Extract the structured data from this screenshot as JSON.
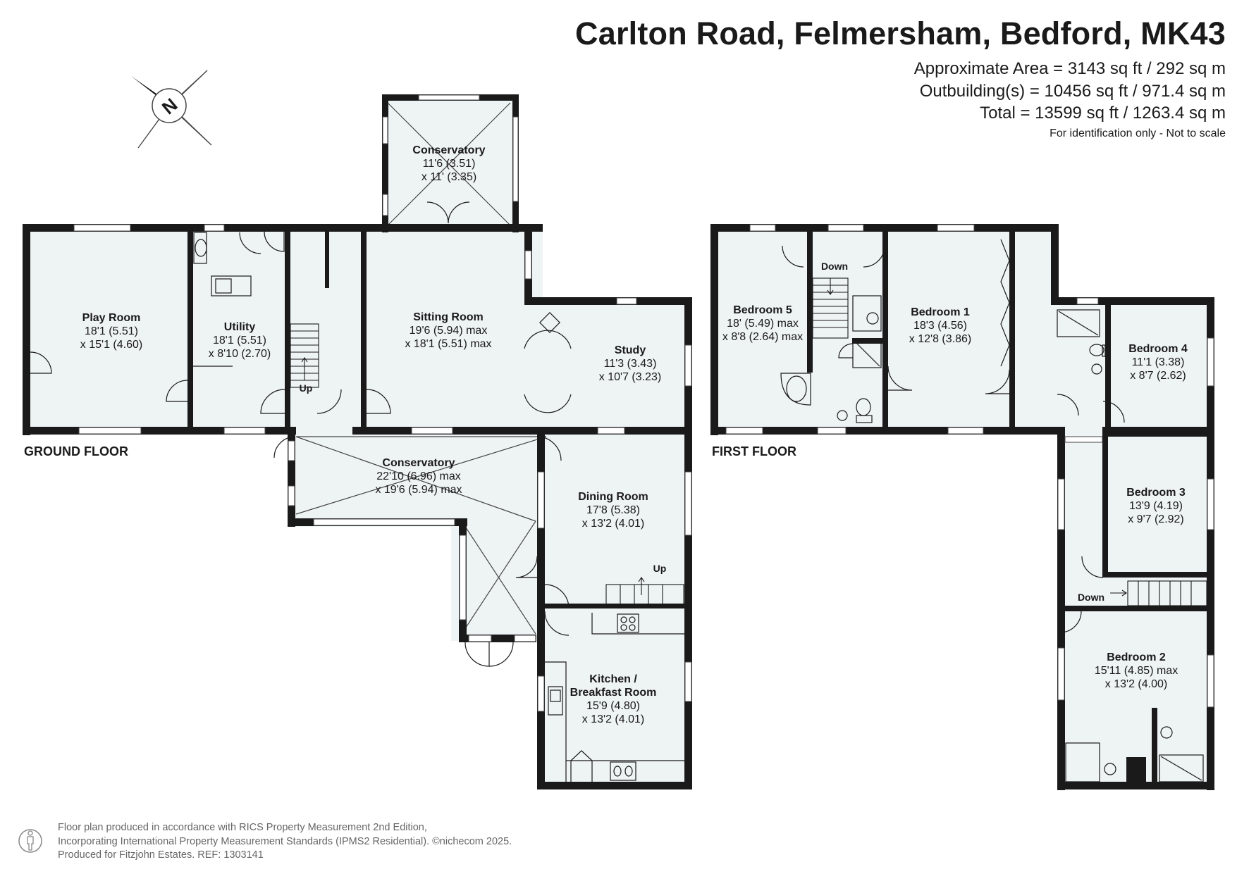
{
  "header": {
    "title": "Carlton Road, Felmersham, Bedford, MK43",
    "area": "Approximate Area = 3143 sq ft / 292 sq m",
    "outbuildings": "Outbuilding(s) = 10456 sq ft / 971.4 sq m",
    "total": "Total = 13599 sq ft / 1263.4 sq m",
    "note": "For identification only - Not to scale"
  },
  "compass": {
    "label": "N"
  },
  "ground_floor": {
    "label": "GROUND FLOOR",
    "rooms": {
      "conservatory_top": {
        "name": "Conservatory",
        "dim1": "11'6 (3.51)",
        "dim2": "x 11' (3.35)"
      },
      "play_room": {
        "name": "Play Room",
        "dim1": "18'1 (5.51)",
        "dim2": "x 15'1 (4.60)"
      },
      "utility": {
        "name": "Utility",
        "dim1": "18'1 (5.51)",
        "dim2": "x 8'10 (2.70)"
      },
      "sitting_room": {
        "name": "Sitting Room",
        "dim1": "19'6 (5.94) max",
        "dim2": "x 18'1 (5.51) max"
      },
      "study": {
        "name": "Study",
        "dim1": "11'3 (3.43)",
        "dim2": "x 10'7 (3.23)"
      },
      "conservatory_main": {
        "name": "Conservatory",
        "dim1": "22'10 (6.96) max",
        "dim2": "x 19'6 (5.94) max"
      },
      "dining_room": {
        "name": "Dining Room",
        "dim1": "17'8 (5.38)",
        "dim2": "x 13'2 (4.01)"
      },
      "kitchen": {
        "name": "Kitchen /",
        "name2": "Breakfast Room",
        "dim1": "15'9 (4.80)",
        "dim2": "x 13'2 (4.01)"
      }
    },
    "stairs": {
      "up1": "Up",
      "up2": "Up"
    }
  },
  "first_floor": {
    "label": "FIRST FLOOR",
    "rooms": {
      "bedroom5": {
        "name": "Bedroom 5",
        "dim1": "18' (5.49) max",
        "dim2": "x 8'8 (2.64) max"
      },
      "bedroom1": {
        "name": "Bedroom 1",
        "dim1": "18'3 (4.56)",
        "dim2": "x 12'8 (3.86)"
      },
      "bedroom4": {
        "name": "Bedroom 4",
        "dim1": "11'1 (3.38)",
        "dim2": "x 8'7 (2.62)"
      },
      "bedroom3": {
        "name": "Bedroom 3",
        "dim1": "13'9 (4.19)",
        "dim2": "x 9'7 (2.92)"
      },
      "bedroom2": {
        "name": "Bedroom 2",
        "dim1": "15'11 (4.85) max",
        "dim2": "x 13'2 (4.00)"
      }
    },
    "stairs": {
      "down1": "Down",
      "down2": "Down"
    }
  },
  "footer": {
    "line1": "Floor plan produced in accordance with RICS Property Measurement 2nd Edition,",
    "line2": "Incorporating International Property Measurement Standards (IPMS2 Residential).   ©nichecom 2025.",
    "line3": "Produced for Fitzjohn Estates.   REF:  1303141"
  },
  "colors": {
    "wall": "#1a1a1a",
    "floor": "#eef3f4",
    "window": "#ffffff"
  }
}
